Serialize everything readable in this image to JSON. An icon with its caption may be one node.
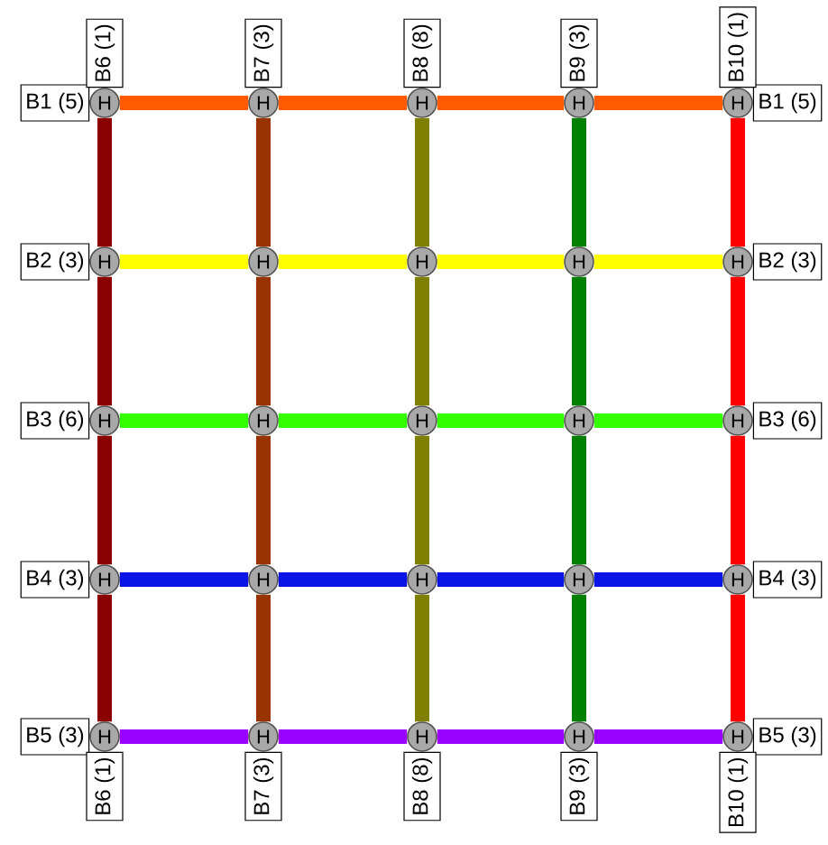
{
  "diagram": {
    "nodes": [
      {
        "text": [
          "H"
        ]
      },
      {
        "text": [
          "H"
        ]
      },
      {
        "text": [
          "H"
        ]
      },
      {
        "text": [
          "H"
        ]
      },
      {
        "text": [
          "H"
        ]
      },
      {
        "text": [
          "H"
        ]
      },
      {
        "text": [
          "H"
        ]
      },
      {
        "text": [
          "H"
        ]
      },
      {
        "text": [
          "H"
        ]
      },
      {
        "text": [
          "H"
        ]
      },
      {
        "text": [
          "H"
        ]
      },
      {
        "text": [
          "H"
        ]
      },
      {
        "text": [
          "H"
        ]
      },
      {
        "text": [
          "H"
        ]
      },
      {
        "text": [
          "H"
        ]
      },
      {
        "text": [
          "H"
        ]
      },
      {
        "text": [
          "H"
        ]
      },
      {
        "text": [
          "H"
        ]
      },
      {
        "text": [
          "H"
        ]
      },
      {
        "text": [
          "H"
        ]
      },
      {
        "text": [
          "H"
        ]
      },
      {
        "text": [
          "H"
        ]
      },
      {
        "text": [
          "H"
        ]
      },
      {
        "text": [
          "H"
        ]
      },
      {
        "text": [
          "H"
        ]
      },
      {
        "text": [
          "B1 (5)"
        ]
      },
      {
        "text": [
          "B1 (5)"
        ]
      },
      {
        "text": [
          "B2 (3)"
        ]
      },
      {
        "text": [
          "B2 (3)"
        ]
      },
      {
        "text": [
          "B3 (6)"
        ]
      },
      {
        "text": [
          "B3 (6)"
        ]
      },
      {
        "text": [
          "B4 (3)"
        ]
      },
      {
        "text": [
          "B4 (3)"
        ]
      },
      {
        "text": [
          "B5 (3)"
        ]
      },
      {
        "text": [
          "B5 (3)"
        ]
      },
      {
        "text": [
          "B6 (1)"
        ]
      },
      {
        "text": [
          "B6 (1)"
        ]
      },
      {
        "text": [
          "B7 (3)"
        ]
      },
      {
        "text": [
          "B7 (3)"
        ]
      },
      {
        "text": [
          "B8 (8)"
        ]
      },
      {
        "text": [
          "B8 (8)"
        ]
      },
      {
        "text": [
          "B9 (3)"
        ]
      },
      {
        "text": [
          "B9 (3)"
        ]
      },
      {
        "text": [
          "B10 (1)"
        ]
      },
      {
        "text": [
          "B10 (1)"
        ]
      }
    ],
    "edges": [
      {
        "from": 0,
        "to": 1,
        "arrow": "none",
        "color": "#ff5a00"
      },
      {
        "from": 1,
        "to": 2,
        "arrow": "none",
        "color": "#ff5a00"
      },
      {
        "from": 2,
        "to": 3,
        "arrow": "none",
        "color": "#ff5a00"
      },
      {
        "from": 3,
        "to": 4,
        "arrow": "none",
        "color": "#ff5a00"
      },
      {
        "from": 5,
        "to": 6,
        "arrow": "none",
        "color": "#ffff00"
      },
      {
        "from": 6,
        "to": 7,
        "arrow": "none",
        "color": "#ffff00"
      },
      {
        "from": 7,
        "to": 8,
        "arrow": "none",
        "color": "#ffff00"
      },
      {
        "from": 8,
        "to": 9,
        "arrow": "none",
        "color": "#ffff00"
      },
      {
        "from": 10,
        "to": 11,
        "arrow": "none",
        "color": "#33ff00"
      },
      {
        "from": 11,
        "to": 12,
        "arrow": "none",
        "color": "#33ff00"
      },
      {
        "from": 12,
        "to": 13,
        "arrow": "none",
        "color": "#33ff00"
      },
      {
        "from": 13,
        "to": 14,
        "arrow": "none",
        "color": "#33ff00"
      },
      {
        "from": 15,
        "to": 16,
        "arrow": "none",
        "color": "#0a14e6"
      },
      {
        "from": 16,
        "to": 17,
        "arrow": "none",
        "color": "#0a14e6"
      },
      {
        "from": 17,
        "to": 18,
        "arrow": "none",
        "color": "#0a14e6"
      },
      {
        "from": 18,
        "to": 19,
        "arrow": "none",
        "color": "#0a14e6"
      },
      {
        "from": 20,
        "to": 21,
        "arrow": "none",
        "color": "#9900ff"
      },
      {
        "from": 21,
        "to": 22,
        "arrow": "none",
        "color": "#9900ff"
      },
      {
        "from": 22,
        "to": 23,
        "arrow": "none",
        "color": "#9900ff"
      },
      {
        "from": 23,
        "to": 24,
        "arrow": "none",
        "color": "#9900ff"
      },
      {
        "from": 0,
        "to": 5,
        "arrow": "none",
        "color": "#8b0000"
      },
      {
        "from": 5,
        "to": 10,
        "arrow": "none",
        "color": "#8b0000"
      },
      {
        "from": 10,
        "to": 15,
        "arrow": "none",
        "color": "#8b0000"
      },
      {
        "from": 15,
        "to": 20,
        "arrow": "none",
        "color": "#8b0000"
      },
      {
        "from": 1,
        "to": 6,
        "arrow": "none",
        "color": "#993300"
      },
      {
        "from": 6,
        "to": 11,
        "arrow": "none",
        "color": "#993300"
      },
      {
        "from": 11,
        "to": 16,
        "arrow": "none",
        "color": "#993300"
      },
      {
        "from": 16,
        "to": 21,
        "arrow": "none",
        "color": "#993300"
      },
      {
        "from": 2,
        "to": 7,
        "arrow": "none",
        "color": "#808000"
      },
      {
        "from": 7,
        "to": 12,
        "arrow": "none",
        "color": "#808000"
      },
      {
        "from": 12,
        "to": 17,
        "arrow": "none",
        "color": "#808000"
      },
      {
        "from": 17,
        "to": 22,
        "arrow": "none",
        "color": "#808000"
      },
      {
        "from": 3,
        "to": 8,
        "arrow": "none",
        "color": "#008000"
      },
      {
        "from": 8,
        "to": 13,
        "arrow": "none",
        "color": "#008000"
      },
      {
        "from": 13,
        "to": 18,
        "arrow": "none",
        "color": "#008000"
      },
      {
        "from": 18,
        "to": 23,
        "arrow": "none",
        "color": "#008000"
      },
      {
        "from": 4,
        "to": 9,
        "arrow": "none",
        "color": "#ff0000"
      },
      {
        "from": 9,
        "to": 14,
        "arrow": "none",
        "color": "#ff0000"
      },
      {
        "from": 14,
        "to": 19,
        "arrow": "none",
        "color": "#ff0000"
      },
      {
        "from": 19,
        "to": 24,
        "arrow": "none",
        "color": "#ff0000"
      }
    ]
  }
}
